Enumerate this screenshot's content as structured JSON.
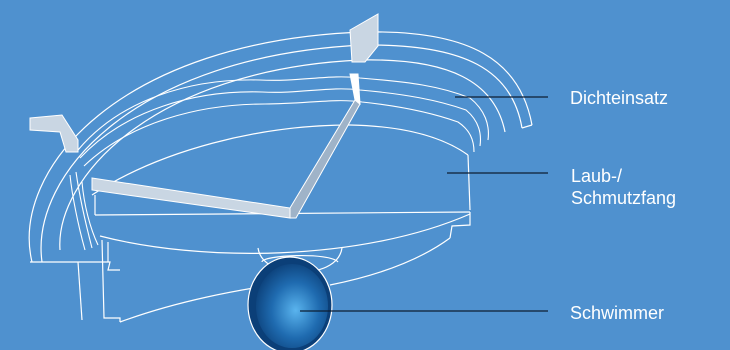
{
  "labels": {
    "dichteinsatz": "Dichteinsatz",
    "laub_line1": "Laub-/",
    "laub_line2": "Schmutzfang",
    "schwimmer": "Schwimmer"
  },
  "colors": {
    "background": "#4f91cf",
    "outline": "#ffffff",
    "leader": "#0d1f33",
    "tab": "#c9d6e3",
    "float_dark": "#0f4f8f",
    "float_light": "#4aa6e6"
  }
}
